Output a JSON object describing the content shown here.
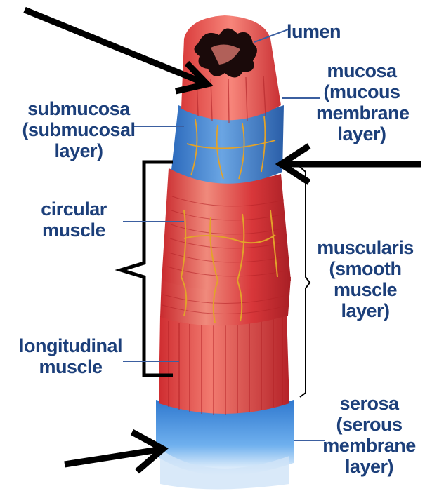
{
  "labels": {
    "lumen": [
      "lumen"
    ],
    "mucosa": [
      "mucosa",
      "(mucous",
      "membrane",
      "layer)"
    ],
    "submucosa": [
      "submucosa",
      "(submucosal",
      "layer)"
    ],
    "circular_muscle": [
      "circular",
      "muscle"
    ],
    "longitudinal_muscle": [
      "longitudinal",
      "muscle"
    ],
    "muscularis": [
      "muscularis",
      "(smooth",
      "muscle",
      "layer)"
    ],
    "serosa": [
      "serosa",
      "(serous",
      "membrane",
      "layer)"
    ]
  },
  "colors": {
    "label_text": "#1c3f7a",
    "leader_line": "#3b5fa0",
    "muscle_red": "#d9363a",
    "muscle_light": "#f07a6e",
    "mucosa_pink": "#e85a52",
    "submucosa_blue": "#3f7fc9",
    "serosa_blue": "#3a86d6",
    "nerve_yellow": "#e0a52a",
    "arrow_black": "#000000"
  },
  "icons": {
    "arrow_top_left": "arrow-icon",
    "arrow_right": "arrow-icon",
    "arrow_bottom_left": "arrow-icon"
  }
}
